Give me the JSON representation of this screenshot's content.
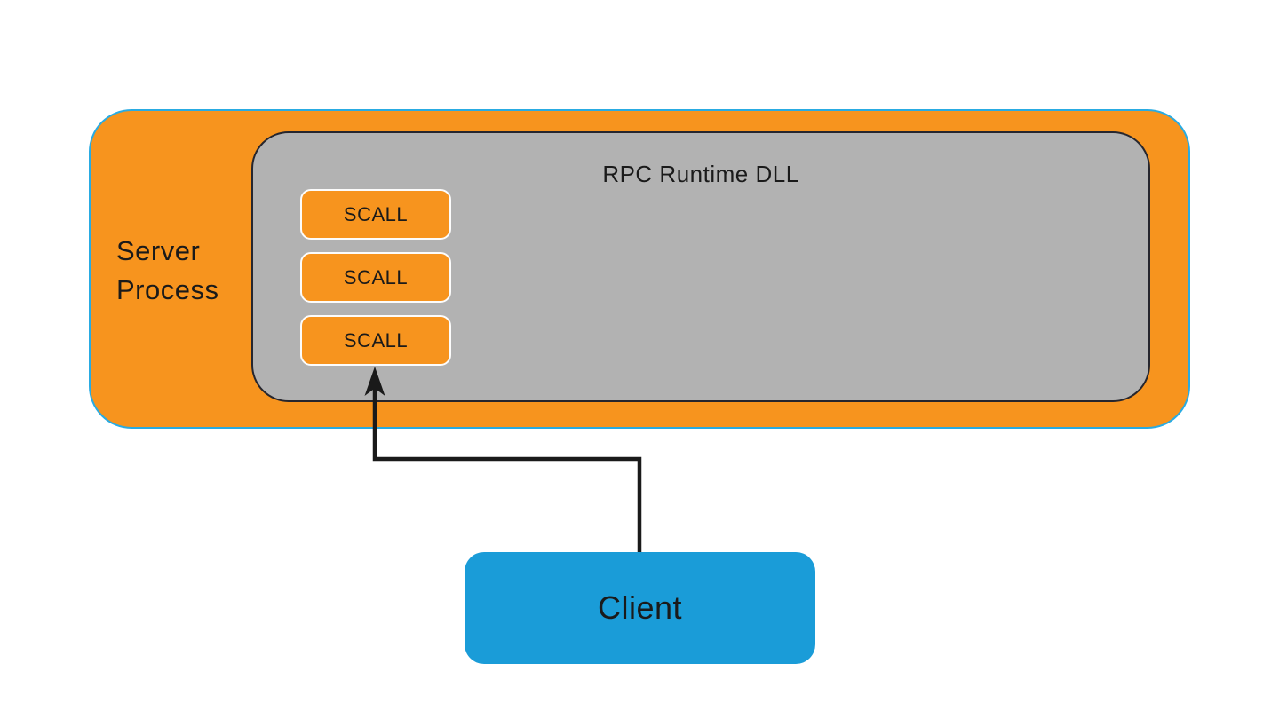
{
  "diagram": {
    "background_color": "#FFFFFF",
    "text_color": "#1A1A1A",
    "server_process": {
      "label": "Server\nProcess",
      "fill": "#F7941E",
      "border_color": "#29ABE2"
    },
    "rpc_runtime_dll": {
      "label": "RPC Runtime DLL",
      "fill": "#B2B2B2",
      "border_color": "#26262E"
    },
    "scall_boxes": [
      {
        "label": "SCALL"
      },
      {
        "label": "SCALL"
      },
      {
        "label": "SCALL"
      }
    ],
    "scall_style": {
      "fill": "#F7941E",
      "border_color": "#FCFCFC"
    },
    "client": {
      "label": "Client",
      "fill": "#1A9CD8"
    },
    "arrow": {
      "color": "#1A1A1A",
      "from": "Client",
      "to": "SCALL"
    }
  }
}
